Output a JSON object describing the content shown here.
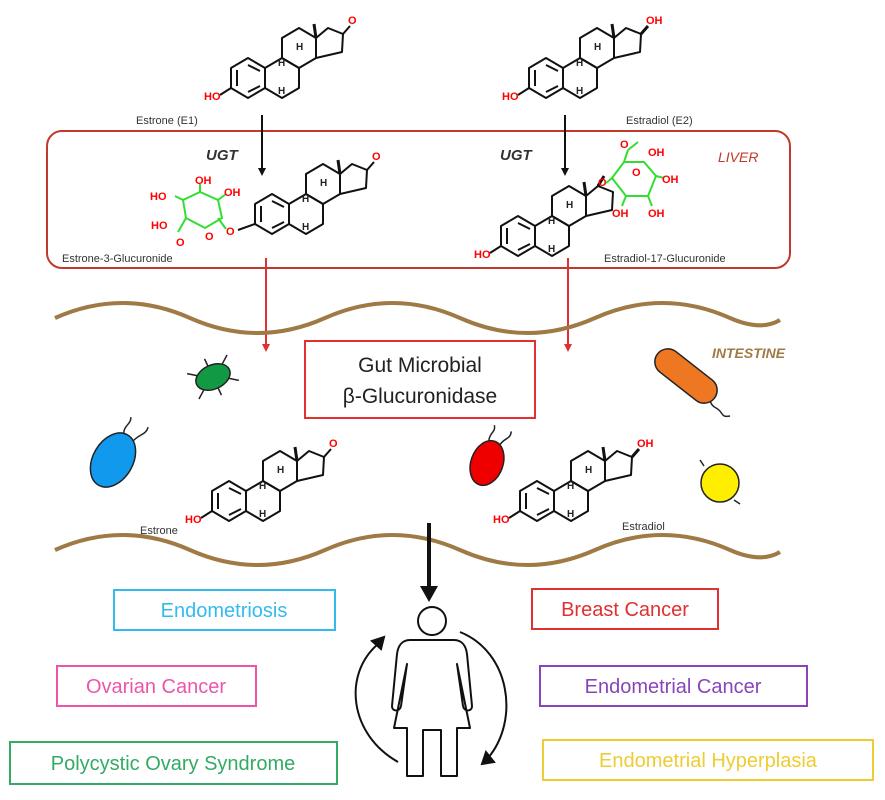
{
  "top": {
    "estrone_label": "Estrone (E1)",
    "estradiol_label": "Estradiol (E2)"
  },
  "liver": {
    "label": "LIVER",
    "enzyme_left": "UGT",
    "enzyme_right": "UGT",
    "left_product": "Estrone-3-Glucuronide",
    "right_product": "Estradiol-17-Glucuronide"
  },
  "intestine": {
    "label": "INTESTINE",
    "enzyme_line1": "Gut Microbial",
    "enzyme_line2": "β-Glucuronidase",
    "free_left": "Estrone",
    "free_right": "Estradiol"
  },
  "atoms": {
    "oh": "OH",
    "ho": "HO",
    "o": "O",
    "h": "H"
  },
  "diseases": {
    "endometriosis": "Endometriosis",
    "ovarian_cancer": "Ovarian Cancer",
    "pcos": "Polycystic Ovary Syndrome",
    "breast_cancer": "Breast Cancer",
    "endometrial_cancer": "Endometrial Cancer",
    "endometrial_hyperplasia": "Endometrial Hyperplasia"
  },
  "colors": {
    "liver_border": "#c0392b",
    "arrow_red": "#e03030",
    "intestine_wave": "#a07a45",
    "endometriosis": "#33bbee",
    "ovarian_cancer": "#ee55aa",
    "pcos": "#33aa66",
    "breast_cancer": "#e03030",
    "endometrial_cancer": "#8844bb",
    "endometrial_hyperplasia": "#eecc33",
    "glucuronide": "#33dd33"
  },
  "icons": {
    "microbes": [
      "green-bacterium-icon",
      "blue-bacterium-icon",
      "red-bacterium-icon",
      "orange-rod-bacterium-icon",
      "yellow-coccus-icon"
    ],
    "person": "woman-icon",
    "cycle": "circular-arrows-icon"
  }
}
